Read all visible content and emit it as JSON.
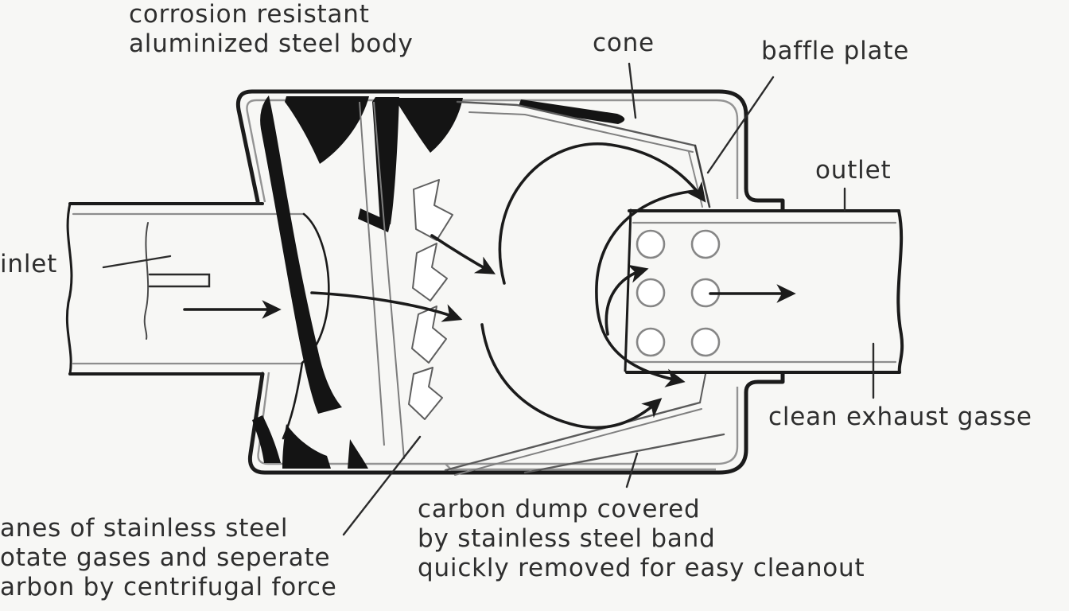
{
  "labels": {
    "corrosion": {
      "line1": "corrosion resistant",
      "line2": "aluminized steel body"
    },
    "cone": "cone",
    "baffle_plate": "baffle plate",
    "outlet": "outlet",
    "inlet": "inlet",
    "clean_exhaust": "clean exhaust gasse",
    "vanes": {
      "line1": "anes of stainless steel",
      "line2": "otate gases and seperate",
      "line3": "arbon by centrifugal force"
    },
    "carbon_dump": {
      "line1": "carbon dump covered",
      "line2": "by stainless steel band",
      "line3": "quickly removed for easy cleanout"
    }
  },
  "colors": {
    "ink": "#1b1b1b",
    "line_gray": "#949494",
    "cone_gray": "#5a5a5a",
    "background": "#f7f7f5",
    "text": "#2e2e2e"
  }
}
